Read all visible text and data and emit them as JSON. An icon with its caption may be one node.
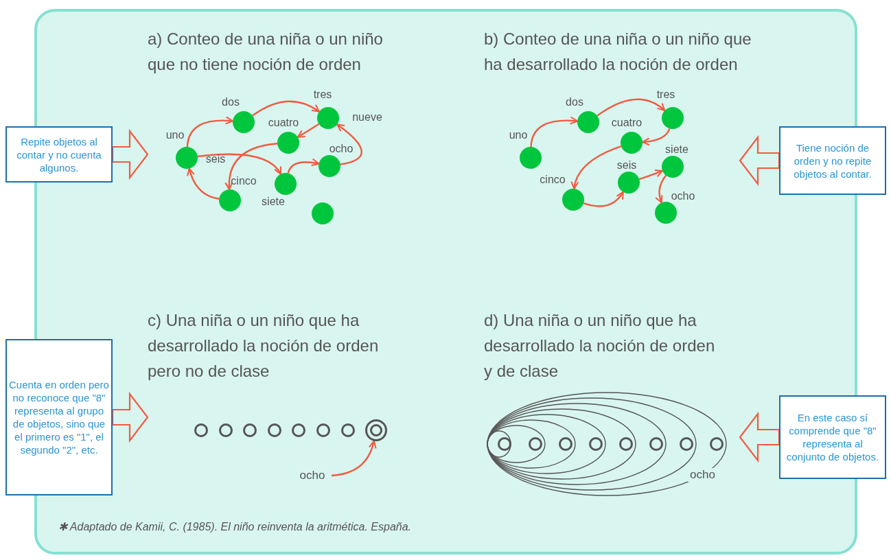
{
  "diagram": {
    "caption": "✱ Adaptado de Kamii, C. (1985). El niño reinventa la aritmética. España.",
    "nodes": [
      {
        "text": [
          "Repite objetos al contar y no cuenta algunos."
        ]
      },
      {
        "text": [
          "a) Conteo de una niña o un niño que no tiene noción de orden"
        ]
      },
      {
        "text": [
          "uno",
          "seis"
        ],
        "in": 1
      },
      {
        "text": [
          "dos"
        ],
        "in": 1
      },
      {
        "text": [
          "tres",
          "nueve"
        ],
        "in": 1
      },
      {
        "text": [
          "cuatro"
        ],
        "in": 1
      },
      {
        "text": [
          "ocho"
        ],
        "in": 1
      },
      {
        "text": [
          "siete"
        ],
        "in": 1
      },
      {
        "text": [
          "cinco"
        ],
        "in": 1
      },
      {
        "text": [],
        "shape": "circle",
        "in": 1
      },
      {
        "text": [
          "b) Conteo de una niña o un niño que ha desarrollado la noción de orden"
        ]
      },
      {
        "text": [
          "uno"
        ],
        "in": 10
      },
      {
        "text": [
          "dos"
        ],
        "in": 10
      },
      {
        "text": [
          "tres"
        ],
        "in": 10
      },
      {
        "text": [
          "cuatro"
        ],
        "in": 10
      },
      {
        "text": [
          "cinco"
        ],
        "in": 10
      },
      {
        "text": [
          "seis"
        ],
        "in": 10
      },
      {
        "text": [
          "siete"
        ],
        "in": 10
      },
      {
        "text": [
          "ocho"
        ],
        "in": 10
      },
      {
        "text": [
          "Tiene noción de orden y no repite objetos al contar."
        ]
      },
      {
        "text": [
          "Cuenta en orden pero no reconoce que \"8\" representa al grupo de objetos, sino que el primero es \"1\",  el segundo \"2\", etc."
        ]
      },
      {
        "text": [
          "c) Una niña o un niño que ha desarrollado la noción de orden pero no de clase"
        ]
      },
      {
        "text": [],
        "shape": "circle",
        "in": 21
      },
      {
        "text": [],
        "shape": "circle",
        "in": 21
      },
      {
        "text": [],
        "shape": "circle",
        "in": 21
      },
      {
        "text": [],
        "shape": "circle",
        "in": 21
      },
      {
        "text": [],
        "shape": "circle",
        "in": 21
      },
      {
        "text": [],
        "shape": "circle",
        "in": 21
      },
      {
        "text": [],
        "shape": "circle",
        "in": 21
      },
      {
        "text": [],
        "shape": "circle",
        "in": 21
      },
      {
        "text": [
          "ocho"
        ],
        "in": 21
      },
      {
        "text": [
          "d) Una niña o un niño que ha desarrollado la noción de orden y de clase"
        ]
      },
      {
        "text": [],
        "shape": "circle",
        "in": 31
      },
      {
        "text": [],
        "shape": "circle",
        "in": 31
      },
      {
        "text": [],
        "shape": "circle",
        "in": 31
      },
      {
        "text": [],
        "shape": "circle",
        "in": 31
      },
      {
        "text": [],
        "shape": "circle",
        "in": 31
      },
      {
        "text": [],
        "shape": "circle",
        "in": 31
      },
      {
        "text": [],
        "shape": "circle",
        "in": 31
      },
      {
        "text": [],
        "shape": "circle",
        "in": 31
      },
      {
        "text": [
          "En este caso sí comprende que \"8\" representa al conjunto de objetos."
        ]
      }
    ],
    "edges": [
      {
        "from": 0,
        "to": 1,
        "arrow": "to",
        "style": "thick"
      },
      {
        "from": 2,
        "to": 3,
        "arrow": "to"
      },
      {
        "from": 3,
        "to": 4,
        "arrow": "to"
      },
      {
        "from": 4,
        "to": 5,
        "arrow": "to"
      },
      {
        "from": 5,
        "to": 8,
        "arrow": "to"
      },
      {
        "from": 8,
        "to": 2,
        "arrow": "to"
      },
      {
        "from": 2,
        "to": 7,
        "arrow": "to"
      },
      {
        "from": 7,
        "to": 6,
        "arrow": "to"
      },
      {
        "from": 6,
        "to": 4,
        "arrow": "to"
      },
      {
        "from": 19,
        "to": 10,
        "arrow": "to",
        "style": "thick"
      },
      {
        "from": 11,
        "to": 12,
        "arrow": "to"
      },
      {
        "from": 12,
        "to": 13,
        "arrow": "to"
      },
      {
        "from": 13,
        "to": 14,
        "arrow": "to"
      },
      {
        "from": 14,
        "to": 15,
        "arrow": "to"
      },
      {
        "from": 15,
        "to": 16,
        "arrow": "to"
      },
      {
        "from": 16,
        "to": 17,
        "arrow": "to"
      },
      {
        "from": 17,
        "to": 18,
        "arrow": "to"
      },
      {
        "from": 20,
        "to": 21,
        "arrow": "to",
        "style": "thick"
      },
      {
        "from": 30,
        "to": 29,
        "arrow": "to"
      },
      {
        "from": 40,
        "to": 31,
        "arrow": "to",
        "style": "thick"
      }
    ],
    "labels": [
      "ocho"
    ]
  }
}
